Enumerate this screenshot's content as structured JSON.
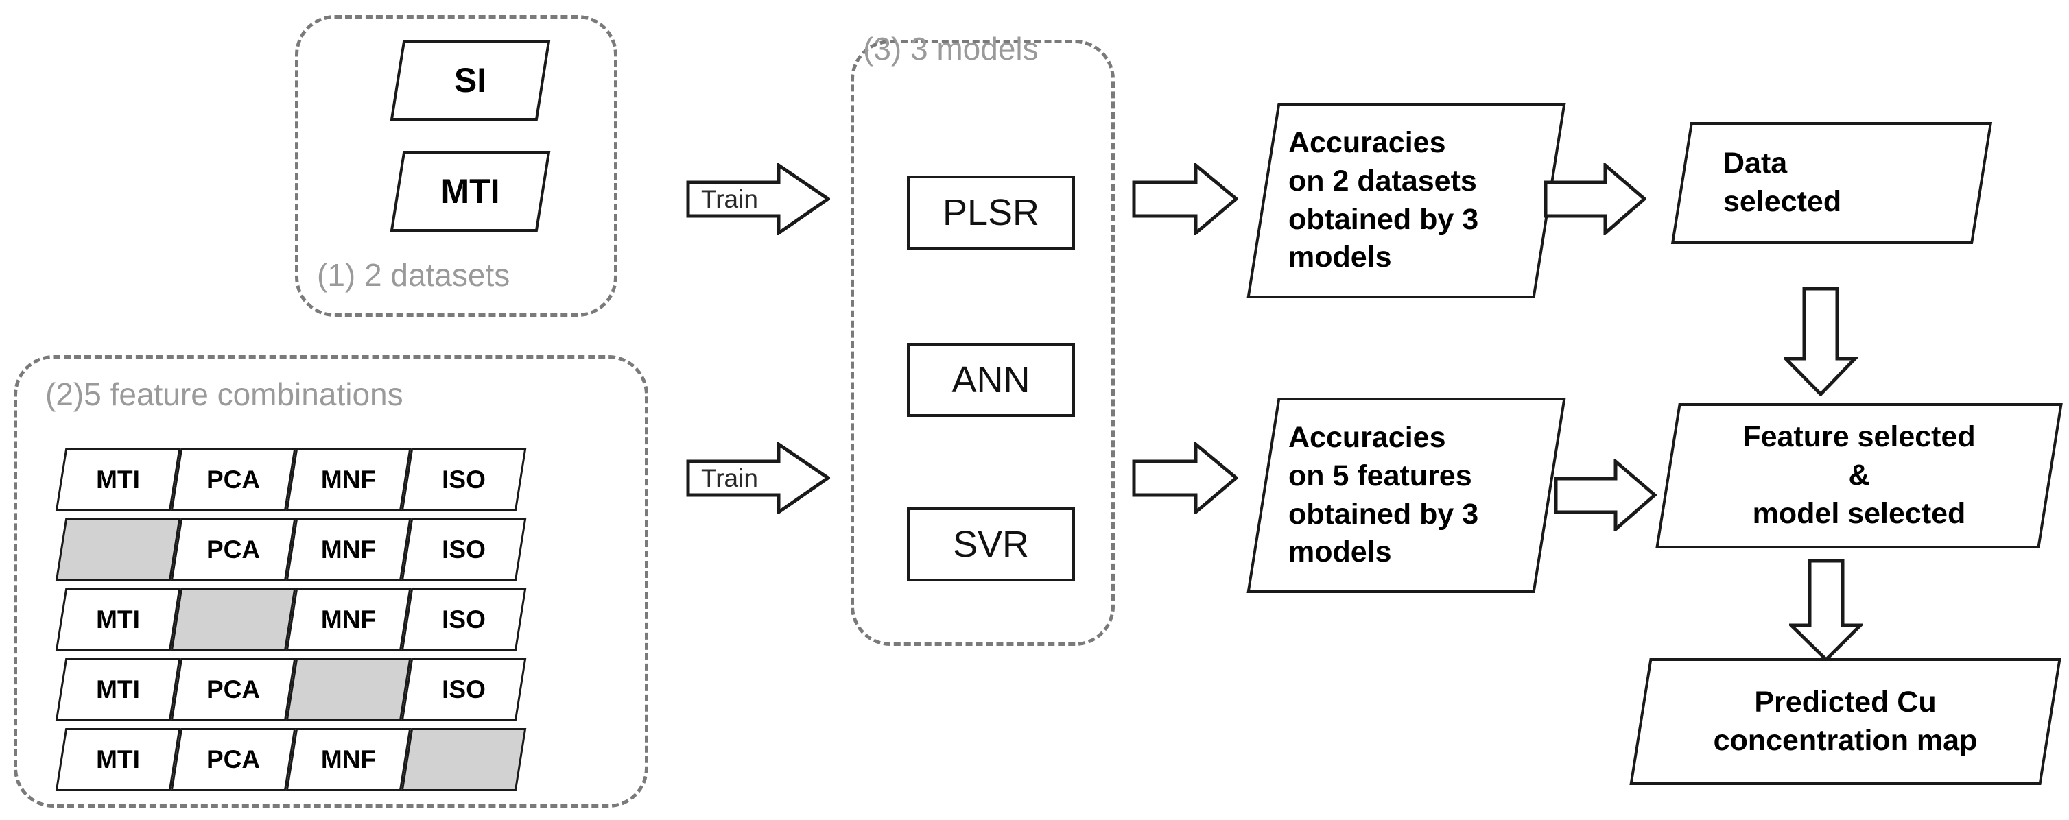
{
  "figure": {
    "type": "flowchart",
    "title": "Cu concentration mapping workflow",
    "colors": {
      "stroke": "#1a1a1a",
      "group_stroke": "#7a7a7a",
      "group_label": "#9a9a9a",
      "cell_fill_empty": "#d2d2d2",
      "background": "#ffffff"
    }
  },
  "groups": {
    "datasets": {
      "label": "(1) 2 datasets",
      "items": [
        {
          "name": "SI"
        },
        {
          "name": "MTI"
        }
      ]
    },
    "features": {
      "label": "(2)5 feature combinations",
      "columns": [
        "MTI",
        "PCA",
        "MNF",
        "ISO"
      ],
      "rows": [
        {
          "cells": [
            {
              "label": "MTI",
              "empty": false
            },
            {
              "label": "PCA",
              "empty": false
            },
            {
              "label": "MNF",
              "empty": false
            },
            {
              "label": "ISO",
              "empty": false
            }
          ]
        },
        {
          "cells": [
            {
              "label": "",
              "empty": true
            },
            {
              "label": "PCA",
              "empty": false
            },
            {
              "label": "MNF",
              "empty": false
            },
            {
              "label": "ISO",
              "empty": false
            }
          ]
        },
        {
          "cells": [
            {
              "label": "MTI",
              "empty": false
            },
            {
              "label": "",
              "empty": true
            },
            {
              "label": "MNF",
              "empty": false
            },
            {
              "label": "ISO",
              "empty": false
            }
          ]
        },
        {
          "cells": [
            {
              "label": "MTI",
              "empty": false
            },
            {
              "label": "PCA",
              "empty": false
            },
            {
              "label": "",
              "empty": true
            },
            {
              "label": "ISO",
              "empty": false
            }
          ]
        },
        {
          "cells": [
            {
              "label": "MTI",
              "empty": false
            },
            {
              "label": "PCA",
              "empty": false
            },
            {
              "label": "MNF",
              "empty": false
            },
            {
              "label": "",
              "empty": true
            }
          ]
        }
      ]
    },
    "models": {
      "label": "(3) 3 models",
      "items": [
        {
          "name": "PLSR"
        },
        {
          "name": "ANN"
        },
        {
          "name": "SVR"
        }
      ]
    }
  },
  "arrows": {
    "train_top": {
      "label": "Train",
      "direction": "right"
    },
    "train_bottom": {
      "label": "Train",
      "direction": "right"
    },
    "models_to_acc_top": {
      "label": "",
      "direction": "right"
    },
    "models_to_acc_bottom": {
      "label": "",
      "direction": "right"
    },
    "acc_top_to_data": {
      "label": "",
      "direction": "right"
    },
    "acc_bottom_to_feature": {
      "label": "",
      "direction": "right"
    },
    "data_to_feature": {
      "label": "",
      "direction": "down"
    },
    "feature_to_map": {
      "label": "",
      "direction": "down"
    }
  },
  "results": {
    "accuracies_datasets": "Accuracies\non 2 datasets\nobtained by 3\nmodels",
    "data_selected": "Data\nselected",
    "accuracies_features": "Accuracies\non 5 features\nobtained by 3\nmodels",
    "feature_model_selected": "Feature selected\n&\nmodel selected",
    "predicted_map": "Predicted Cu\nconcentration map"
  }
}
